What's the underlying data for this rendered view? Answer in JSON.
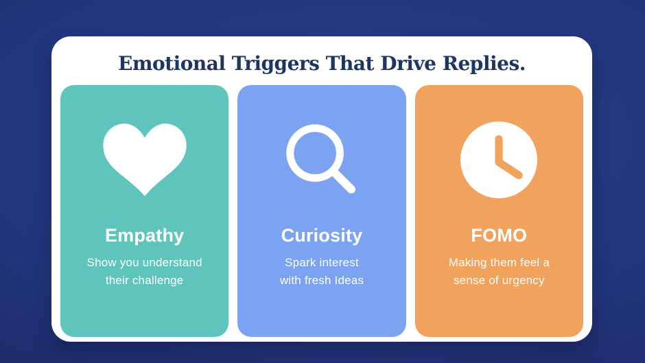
{
  "title": "Emotional Triggers That Drive Replies.",
  "colors": {
    "background_center": "#2a3f8e",
    "background_edge": "#141f52",
    "panel": "#ffffff",
    "title_text": "#1d3562",
    "card_text": "#ffffff"
  },
  "cards": [
    {
      "title": "Empathy",
      "desc_line1": "Show you understand",
      "desc_line2": "their challenge",
      "icon": "heart-icon",
      "color": "#5fc5bc"
    },
    {
      "title": "Curiosity",
      "desc_line1": "Spark interest",
      "desc_line2": "with fresh Ideas",
      "icon": "magnifier-icon",
      "color": "#7ca3f1"
    },
    {
      "title": "FOMO",
      "desc_line1": "Making them feel a",
      "desc_line2": "sense of urgency",
      "icon": "clock-icon",
      "color": "#f1a25c"
    }
  ]
}
